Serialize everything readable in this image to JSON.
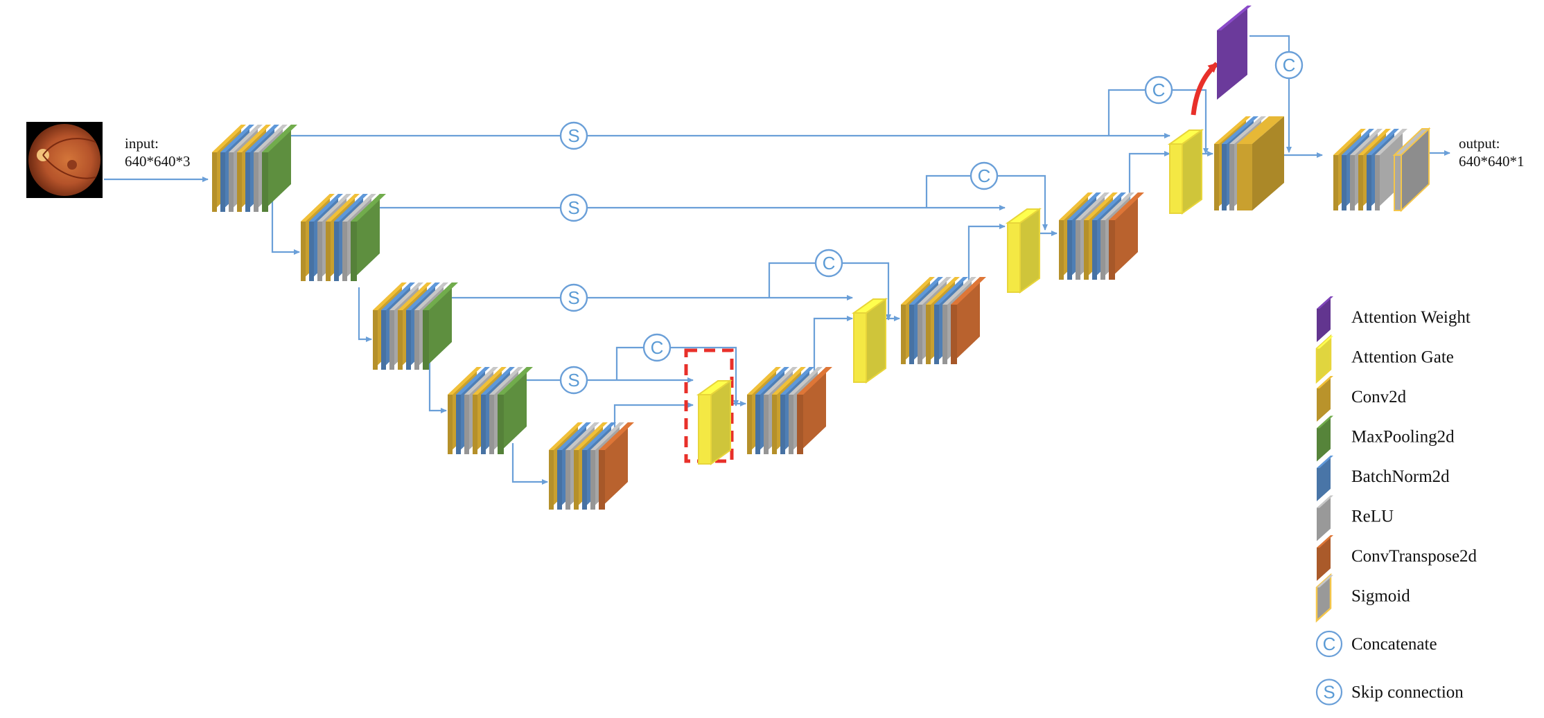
{
  "io": {
    "input_label": "input:",
    "input_size": "640*640*3",
    "output_label": "output:",
    "output_size": "640*640*1"
  },
  "ops": {
    "skip_letter": "S",
    "concat_letter": "C"
  },
  "colors": {
    "conv2d": "#c9a02f",
    "batchnorm": "#4f7fb5",
    "relu": "#a6a6a6",
    "maxpool": "#5e8f3f",
    "convtranspose": "#b9622e",
    "attention_gate": "#f4e844",
    "attention_weight": "#6b3a9b",
    "sigmoid_border": "#f4c64a",
    "arrow": "#6a9fd8",
    "highlight": "#e8302a",
    "attention_arrow": "#e8302a"
  },
  "legend": [
    {
      "key": "attention_weight",
      "label": "Attention Weight",
      "icon": "attention-weight-block"
    },
    {
      "key": "attention_gate",
      "label": "Attention Gate",
      "icon": "attention-gate-block"
    },
    {
      "key": "conv2d",
      "label": "Conv2d",
      "icon": "conv2d-block"
    },
    {
      "key": "maxpool",
      "label": "MaxPooling2d",
      "icon": "maxpool-block"
    },
    {
      "key": "batchnorm",
      "label": "BatchNorm2d",
      "icon": "batchnorm-block"
    },
    {
      "key": "relu",
      "label": "ReLU",
      "icon": "relu-block"
    },
    {
      "key": "convtranspose",
      "label": "ConvTranspose2d",
      "icon": "convtranspose-block"
    },
    {
      "key": "sigmoid",
      "label": "Sigmoid",
      "icon": "sigmoid-block"
    },
    {
      "key": "concat",
      "label": "Concatenate",
      "icon": "concatenate-icon"
    },
    {
      "key": "skip",
      "label": "Skip connection",
      "icon": "skip-connection-icon"
    }
  ]
}
